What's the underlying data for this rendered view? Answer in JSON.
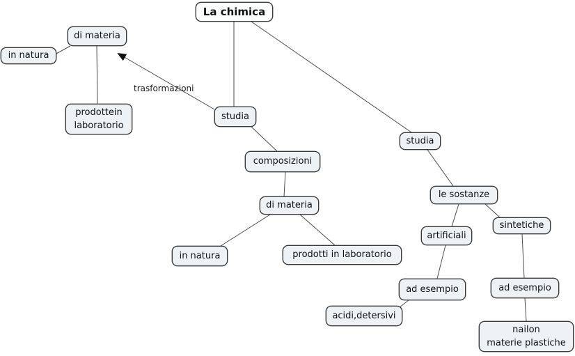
{
  "diagram": {
    "type": "concept-map",
    "title": "La chimica",
    "colors": {
      "background": "#ffffff",
      "node_fill": "#eef2f4",
      "root_node_fill": "#fcfdfd",
      "node_border": "#3a3a3a",
      "line": "#4a4a4a",
      "text": "#111111"
    },
    "nodes": {
      "la_chimica": "La chimica",
      "di_materia_top": "di materia",
      "in_natura_top": "in natura",
      "prodottein_laboratorio": "prodottein\nlaboratorio",
      "studia_left": "studia",
      "composizioni": "composizioni",
      "di_materia_mid": "di materia",
      "in_natura_bottom": "in natura",
      "prodotti_in_laboratorio": "prodotti in laboratorio",
      "studia_right": "studia",
      "le_sostanze": "le sostanze",
      "artificiali": "artificiali",
      "sintetiche": "sintetiche",
      "ad_esempio_left": "ad esempio",
      "ad_esempio_right": "ad esempio",
      "acidi_detersivi": "acidi,detersivi",
      "nailon_materie_plastiche": "nailon\nmaterie plastiche"
    },
    "edge_label": "trasformazioni",
    "edges": [
      {
        "from": "la_chimica",
        "to": "studia_left",
        "arrow": false
      },
      {
        "from": "la_chimica",
        "to": "studia_right",
        "arrow": false
      },
      {
        "from": "studia_left",
        "to": "composizioni",
        "arrow": false
      },
      {
        "from": "composizioni",
        "to": "di_materia_mid",
        "arrow": false
      },
      {
        "from": "di_materia_mid",
        "to": "in_natura_bottom",
        "arrow": false
      },
      {
        "from": "di_materia_mid",
        "to": "prodotti_in_laboratorio",
        "arrow": false
      },
      {
        "from": "studia_left",
        "to": "di_materia_top",
        "arrow": true,
        "label": "trasformazioni"
      },
      {
        "from": "di_materia_top",
        "to": "in_natura_top",
        "arrow": false
      },
      {
        "from": "di_materia_top",
        "to": "prodottein_laboratorio",
        "arrow": false
      },
      {
        "from": "studia_right",
        "to": "le_sostanze",
        "arrow": false
      },
      {
        "from": "le_sostanze",
        "to": "artificiali",
        "arrow": false
      },
      {
        "from": "le_sostanze",
        "to": "sintetiche",
        "arrow": false
      },
      {
        "from": "artificiali",
        "to": "ad_esempio_left",
        "arrow": false
      },
      {
        "from": "ad_esempio_left",
        "to": "acidi_detersivi",
        "arrow": false
      },
      {
        "from": "sintetiche",
        "to": "ad_esempio_right",
        "arrow": false
      },
      {
        "from": "ad_esempio_right",
        "to": "nailon_materie_plastiche",
        "arrow": false
      }
    ]
  }
}
